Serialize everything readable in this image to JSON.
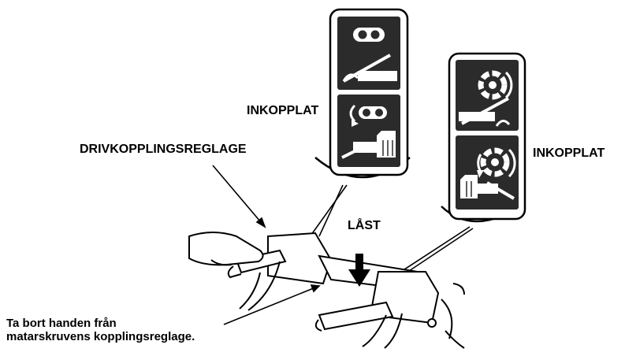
{
  "labels": {
    "drive_engaged": "INKOPPLAT",
    "drive_control": "DRIVKOPPLINGSREGLAGE",
    "auger_engaged": "INKOPPLAT",
    "locked": "LÅST",
    "note_line1": "Ta bort handen från",
    "note_line2": "matarskruvens kopplingsreglage."
  },
  "icons": {
    "drive_panel_top": "drive-wheels-icon",
    "drive_panel_lever": "lever-released-icon",
    "drive_panel_bottom": "drive-rotate-icon",
    "drive_panel_hand": "hand-squeeze-icon",
    "auger_panel_top": "auger-icon",
    "auger_panel_lever": "lever-released-icon",
    "auger_panel_bottom": "auger-rotate-icon",
    "auger_panel_hand": "hand-squeeze-icon",
    "lock_arrow": "down-arrow-icon"
  },
  "colors": {
    "panel": "#2b2b2b",
    "ink": "#000000",
    "paper": "#ffffff"
  }
}
